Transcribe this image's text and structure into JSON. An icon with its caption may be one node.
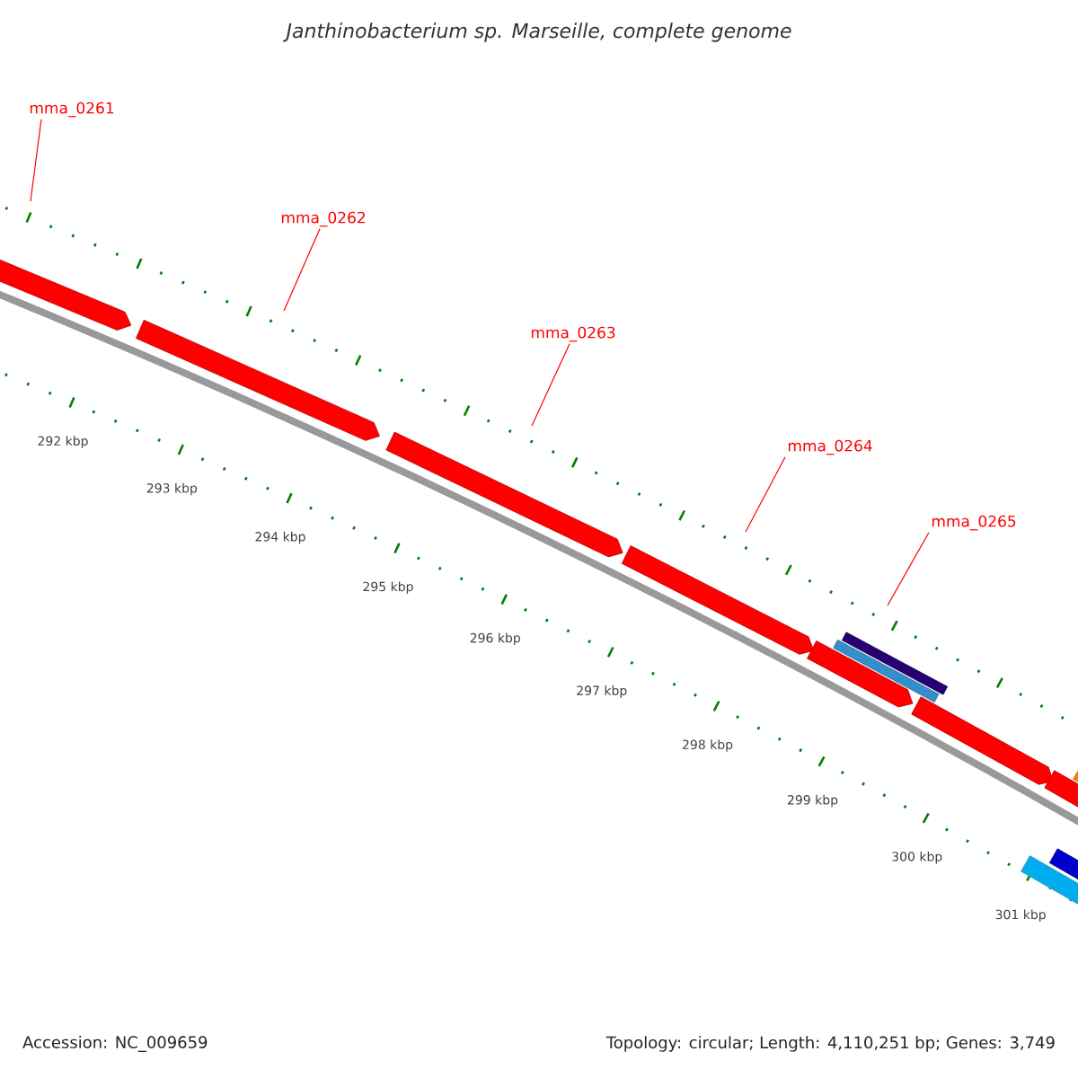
{
  "diagram": {
    "title": "Janthinobacterium sp. Marseille, complete genome",
    "nodes": [
      {
        "text": [
          "mma_0261"
        ]
      },
      {
        "text": [
          "mma_0262"
        ]
      },
      {
        "text": [
          "mma_0263"
        ]
      },
      {
        "text": [
          "mma_0264"
        ]
      },
      {
        "text": [
          "mma_0265"
        ]
      }
    ],
    "edges": [
      {
        "from": 0,
        "to": null,
        "arrow": "none"
      },
      {
        "from": 1,
        "to": null,
        "arrow": "none"
      },
      {
        "from": 2,
        "to": null,
        "arrow": "none"
      },
      {
        "from": 3,
        "to": null,
        "arrow": "none"
      },
      {
        "from": 4,
        "to": null,
        "arrow": "none"
      }
    ],
    "labels": [
      "292 kbp",
      "293 kbp",
      "294 kbp",
      "295 kbp",
      "296 kbp",
      "297 kbp",
      "298 kbp",
      "299 kbp",
      "300 kbp",
      "301 kbp",
      "Accession: NC_009659",
      "Topology: circular; Length: 4,110,251 bp; Genes: 3,749"
    ]
  }
}
